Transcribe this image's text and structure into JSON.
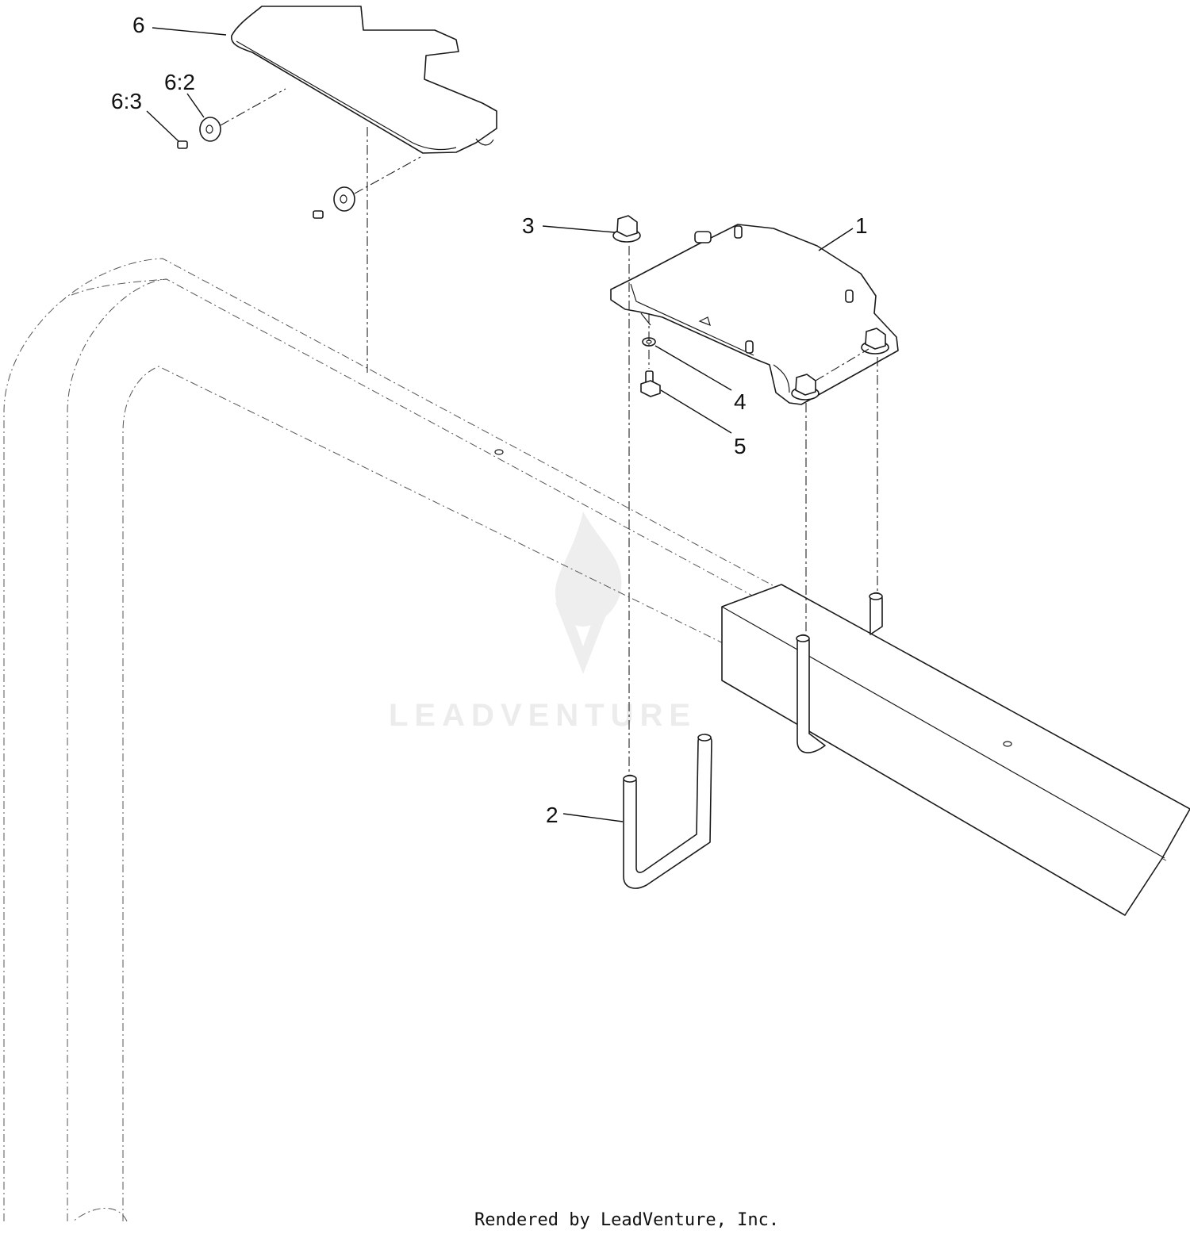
{
  "callouts": [
    {
      "id": "c1",
      "label": "1"
    },
    {
      "id": "c2",
      "label": "2"
    },
    {
      "id": "c3",
      "label": "3"
    },
    {
      "id": "c4",
      "label": "4"
    },
    {
      "id": "c5",
      "label": "5"
    },
    {
      "id": "c6",
      "label": "6"
    },
    {
      "id": "c62",
      "label": "6:2"
    },
    {
      "id": "c63",
      "label": "6:3"
    }
  ],
  "watermark": {
    "text": "LEADVENTURE"
  },
  "footer": {
    "text": "Rendered by LeadVenture, Inc."
  }
}
